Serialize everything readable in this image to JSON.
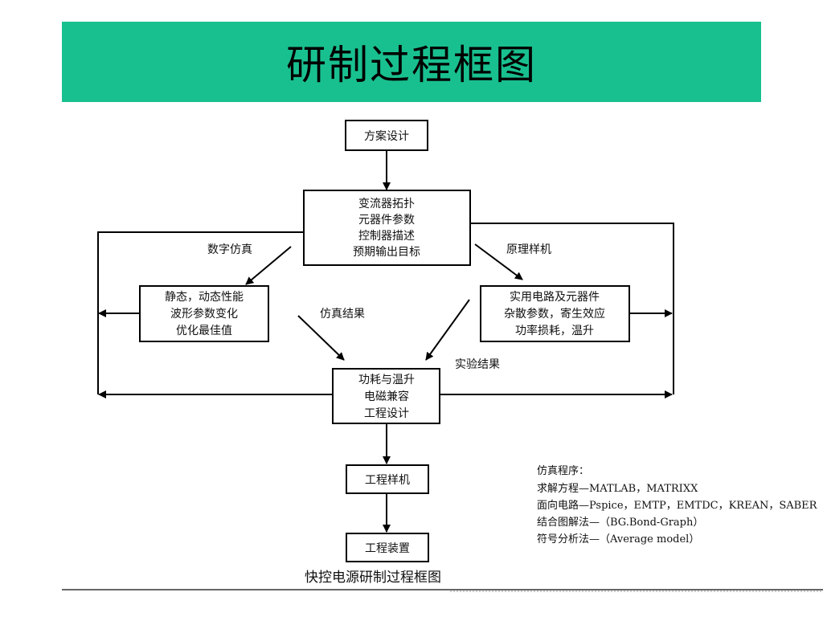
{
  "title": "研制过程框图",
  "nodes": {
    "scheme": [
      "方案设计"
    ],
    "topology": [
      "变流器拓扑",
      "元器件参数",
      "控制器描述",
      "预期输出目标"
    ],
    "sim_box": [
      "静态，动态性能",
      "波形参数变化",
      "优化最佳值"
    ],
    "proto_box": [
      "实用电路及元器件",
      "杂散参数，寄生效应",
      "功率损耗，温升"
    ],
    "center": [
      "功耗与温升",
      "电磁兼容",
      "工程设计"
    ],
    "eng_proto": [
      "工程样机"
    ],
    "eng_device": [
      "工程装置"
    ]
  },
  "edge_labels": {
    "digital_sim": "数字仿真",
    "principle_proto": "原理样机",
    "sim_result": "仿真结果",
    "exp_result": "实验结果"
  },
  "notes": [
    "仿真程序：",
    "求解方程—MATLAB，MATRIXX",
    "面向电路—Pspice，EMTP，EMTDC，KREAN，SABER",
    "结合图解法—（BG.Bond-Graph）",
    "符号分析法—（Average model）"
  ],
  "caption": "快控电源研制过程框图"
}
